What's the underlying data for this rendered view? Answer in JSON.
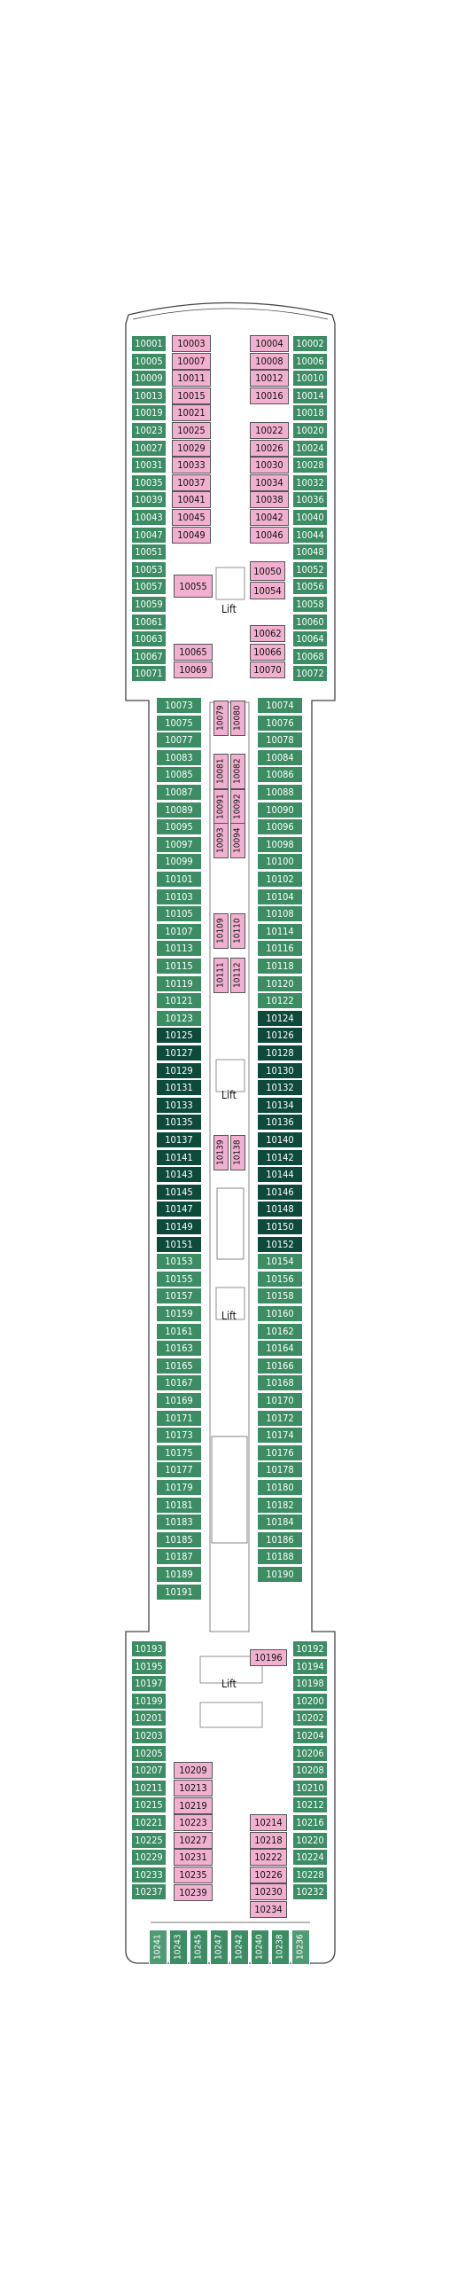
{
  "deck_plan": {
    "lift_label": "Lift",
    "lift_labels": [
      "Lift",
      "Lift",
      "Lift",
      "Lift"
    ],
    "colors": {
      "balcony_green": "#3c8c64",
      "balcony_green_light": "#4f9b74",
      "aurea_dark": "#0e4a3a",
      "inside_pink": "#f1b0cf",
      "hull": "#555555"
    },
    "forward_left": [
      "10001",
      "10005",
      "10009",
      "10013",
      "10019",
      "10023",
      "10027",
      "10031",
      "10035",
      "10039",
      "10043",
      "10047",
      "10051",
      "10053",
      "10057",
      "10059",
      "10061",
      "10063",
      "10067",
      "10071"
    ],
    "forward_right": [
      "10002",
      "10006",
      "10010",
      "10014",
      "10018",
      "10020",
      "10024",
      "10028",
      "10032",
      "10036",
      "10040",
      "10044",
      "10048",
      "10052",
      "10056",
      "10058",
      "10060",
      "10064",
      "10068",
      "10072"
    ],
    "forward_inner_left": [
      "10003",
      "10007",
      "10011",
      "10015",
      "10021",
      "10025",
      "10029",
      "10033",
      "10037",
      "10041",
      "10045",
      "10049"
    ],
    "forward_inner_right": [
      "10004",
      "10008",
      "10012",
      "10016",
      "10022",
      "10026",
      "10030",
      "10034",
      "10038",
      "10042",
      "10046"
    ],
    "special_inside": [
      "10050",
      "10054",
      "10055",
      "10062",
      "10065",
      "10066",
      "10069",
      "10070"
    ],
    "mid_left": [
      "10073",
      "10075",
      "10077",
      "10083",
      "10085",
      "10087",
      "10089",
      "10095",
      "10097",
      "10099",
      "10101",
      "10103",
      "10105",
      "10107",
      "10113",
      "10115",
      "10119",
      "10121",
      "10123",
      "10125",
      "10127",
      "10129",
      "10131",
      "10133",
      "10135",
      "10137",
      "10141",
      "10143",
      "10145",
      "10147",
      "10149",
      "10151",
      "10153",
      "10155",
      "10157",
      "10159",
      "10161",
      "10163",
      "10165",
      "10167",
      "10169",
      "10171",
      "10173",
      "10175",
      "10177",
      "10179",
      "10181",
      "10183",
      "10185",
      "10187",
      "10189",
      "10191"
    ],
    "mid_right": [
      "10074",
      "10076",
      "10078",
      "10084",
      "10086",
      "10088",
      "10090",
      "10096",
      "10098",
      "10100",
      "10102",
      "10104",
      "10108",
      "10114",
      "10116",
      "10118",
      "10120",
      "10122",
      "10124",
      "10126",
      "10128",
      "10130",
      "10132",
      "10134",
      "10136",
      "10140",
      "10142",
      "10144",
      "10146",
      "10148",
      "10150",
      "10152",
      "10154",
      "10156",
      "10158",
      "10160",
      "10162",
      "10164",
      "10166",
      "10168",
      "10170",
      "10172",
      "10174",
      "10176",
      "10178",
      "10180",
      "10182",
      "10184",
      "10186",
      "10188",
      "10190"
    ],
    "mid_inside": [
      "10079",
      "10080",
      "10081",
      "10082",
      "10091",
      "10092",
      "10093",
      "10094",
      "10109",
      "10110",
      "10111",
      "10112",
      "10139",
      "10138"
    ],
    "aft_left": [
      "10193",
      "10195",
      "10197",
      "10199",
      "10201",
      "10203",
      "10205",
      "10207",
      "10211",
      "10215",
      "10221",
      "10225",
      "10229",
      "10233",
      "10237"
    ],
    "aft_right": [
      "10192",
      "10194",
      "10198",
      "10200",
      "10202",
      "10204",
      "10206",
      "10208",
      "10210",
      "10212",
      "10216",
      "10220",
      "10224",
      "10228",
      "10232"
    ],
    "aft_inner_left": [
      "10209",
      "10213",
      "10219",
      "10223",
      "10227",
      "10231",
      "10235",
      "10239"
    ],
    "aft_inner_right": [
      "10196",
      "10214",
      "10218",
      "10222",
      "10226",
      "10230",
      "10234"
    ],
    "stern": [
      "10241",
      "10243",
      "10245",
      "10247",
      "10242",
      "10240",
      "10238",
      "10236"
    ]
  }
}
